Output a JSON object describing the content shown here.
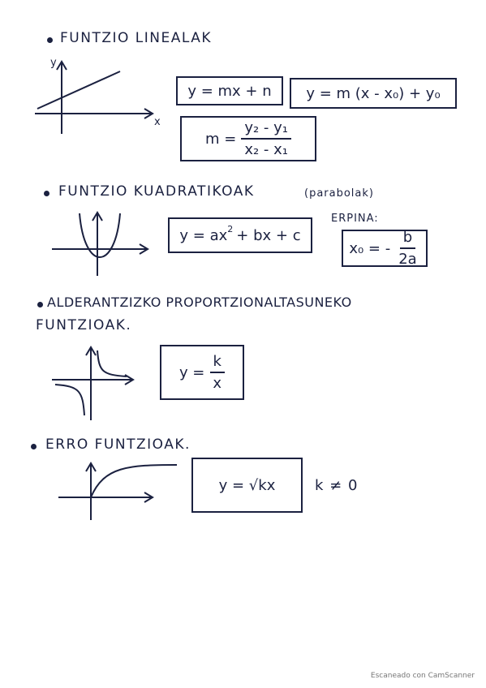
{
  "sections": [
    {
      "heading": "FUNTZIO LINEALAK",
      "formula_main": "y = mx + n",
      "formula_point": "y = m (x - x₀) + y₀",
      "slope_lhs": "m =",
      "slope_num": "y₂ - y₁",
      "slope_den": "x₂ - x₁",
      "axis_y": "y",
      "axis_x": "x"
    },
    {
      "heading": "FUNTZIO KUADRATIKOAK",
      "heading_note": "(parabolak)",
      "formula_main_a": "y = ax",
      "formula_main_sup": "2",
      "formula_main_b": "+ bx + c",
      "vertex_label": "ERPINA:",
      "vertex_lhs": "x₀ = -",
      "vertex_num": "b",
      "vertex_den": "2a"
    },
    {
      "heading_line1": "ALDERANTZIZKO PROPORTZIONALTASUNEKO",
      "heading_line2": "FUNTZIOAK.",
      "formula_lhs": "y =",
      "formula_num": "k",
      "formula_den": "x"
    },
    {
      "heading": "ERRO FUNTZIOAK.",
      "formula": "y = √kx",
      "condition": "k ≠ 0"
    }
  ],
  "footer": "Escaneado con CamScanner"
}
